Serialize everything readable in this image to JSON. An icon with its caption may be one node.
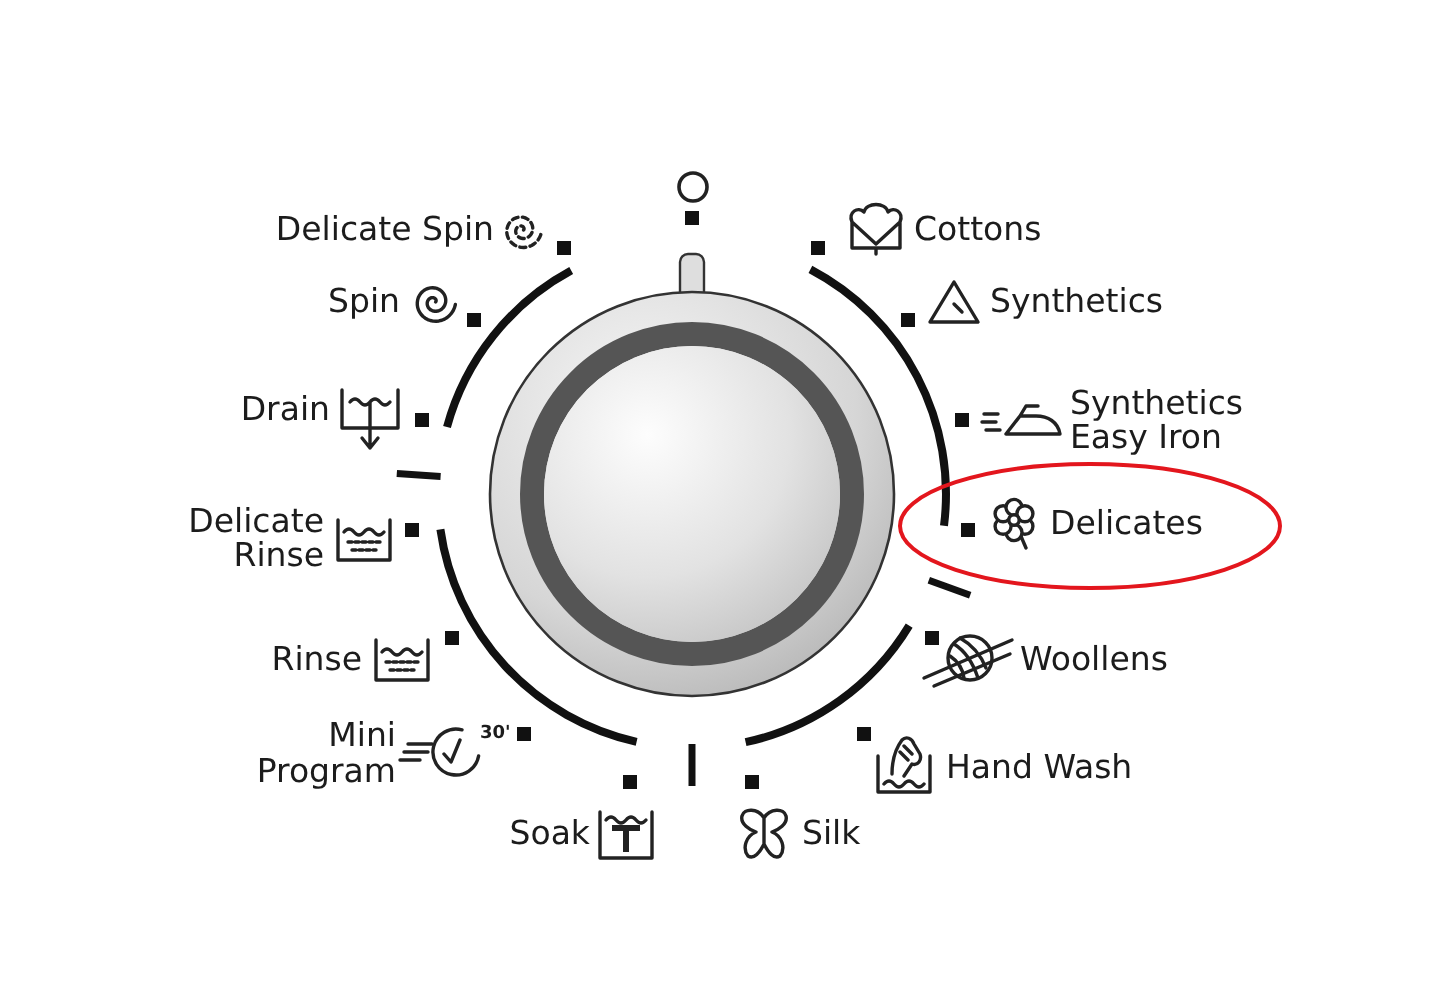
{
  "diagram": {
    "nodes": [
      {
        "text": [
          "Delicates"
        ]
      }
    ],
    "labels": [
      "Delicate Spin",
      "Cottons",
      "Spin",
      "Synthetics",
      "Drain",
      "Synthetics Easy Iron",
      "Delicate Rinse",
      "Rinse",
      "Woollens",
      "Mini Program",
      "30'",
      "Hand Wash",
      "Soak",
      "Silk"
    ]
  }
}
